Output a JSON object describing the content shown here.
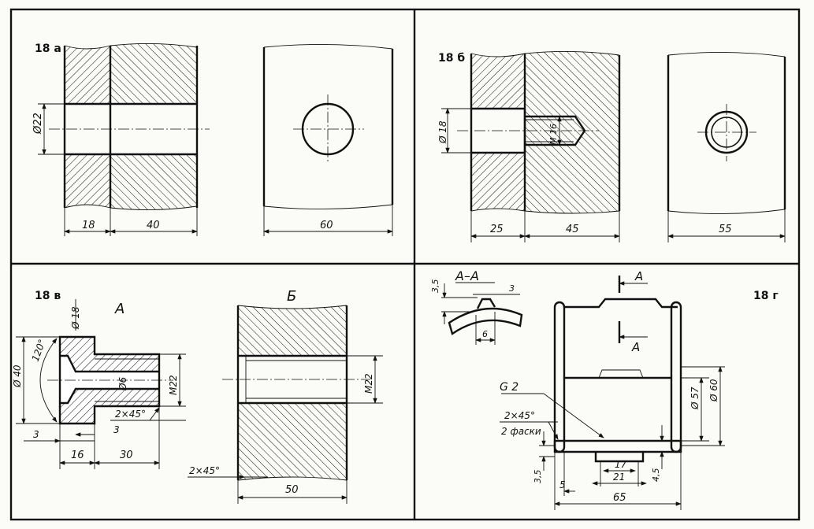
{
  "colors": {
    "ink": "#111111",
    "paper": "#fbfbf8"
  },
  "panels": {
    "a": {
      "label": "18 а",
      "dims": {
        "d22": "Ø22",
        "d18": "18",
        "d40": "40",
        "d60": "60"
      }
    },
    "b": {
      "label": "18 б",
      "dims": {
        "d18": "Ø 18",
        "m16": "M 16",
        "d25": "25",
        "d45": "45",
        "d55": "55"
      }
    },
    "v": {
      "label": "18 в",
      "view_a": "А",
      "view_b": "Б",
      "dims": {
        "d18": "Ø 18",
        "d40": "Ø 40",
        "a120": "120°",
        "d6": "Ø6",
        "m22": "M22",
        "ch1": "2×45°",
        "t3a": "3",
        "t3b": "3",
        "d16": "16",
        "d30": "30",
        "m22b": "M22",
        "ch2": "2×45°",
        "d50": "50"
      }
    },
    "g": {
      "label": "18 г",
      "section_title": "А–А",
      "cut_a1": "А",
      "cut_a2": "А",
      "dims": {
        "t35a": "3,5",
        "t3": "3",
        "t6": "6",
        "d57": "Ø 57",
        "d60": "Ø 60",
        "g2": "G 2",
        "ch": "2×45°",
        "ch_note": "2 фаски",
        "t35b": "3,5",
        "t5": "5",
        "t17": "17",
        "t21": "21",
        "t45": "4,5",
        "t65": "65"
      }
    }
  }
}
